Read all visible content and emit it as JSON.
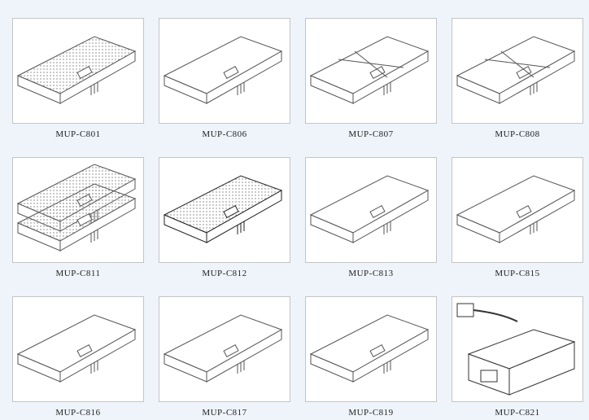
{
  "products": [
    {
      "label": "MUP-C801",
      "style": "dotted"
    },
    {
      "label": "MUP-C806",
      "style": "plain"
    },
    {
      "label": "MUP-C807",
      "style": "frame"
    },
    {
      "label": "MUP-C808",
      "style": "frame"
    },
    {
      "label": "MUP-C811",
      "style": "stacked"
    },
    {
      "label": "MUP-C812",
      "style": "dark"
    },
    {
      "label": "MUP-C813",
      "style": "plain"
    },
    {
      "label": "MUP-C815",
      "style": "plain"
    },
    {
      "label": "MUP-C816",
      "style": "plain"
    },
    {
      "label": "MUP-C817",
      "style": "plain"
    },
    {
      "label": "MUP-C819",
      "style": "plain"
    },
    {
      "label": "MUP-C821",
      "style": "block"
    }
  ]
}
